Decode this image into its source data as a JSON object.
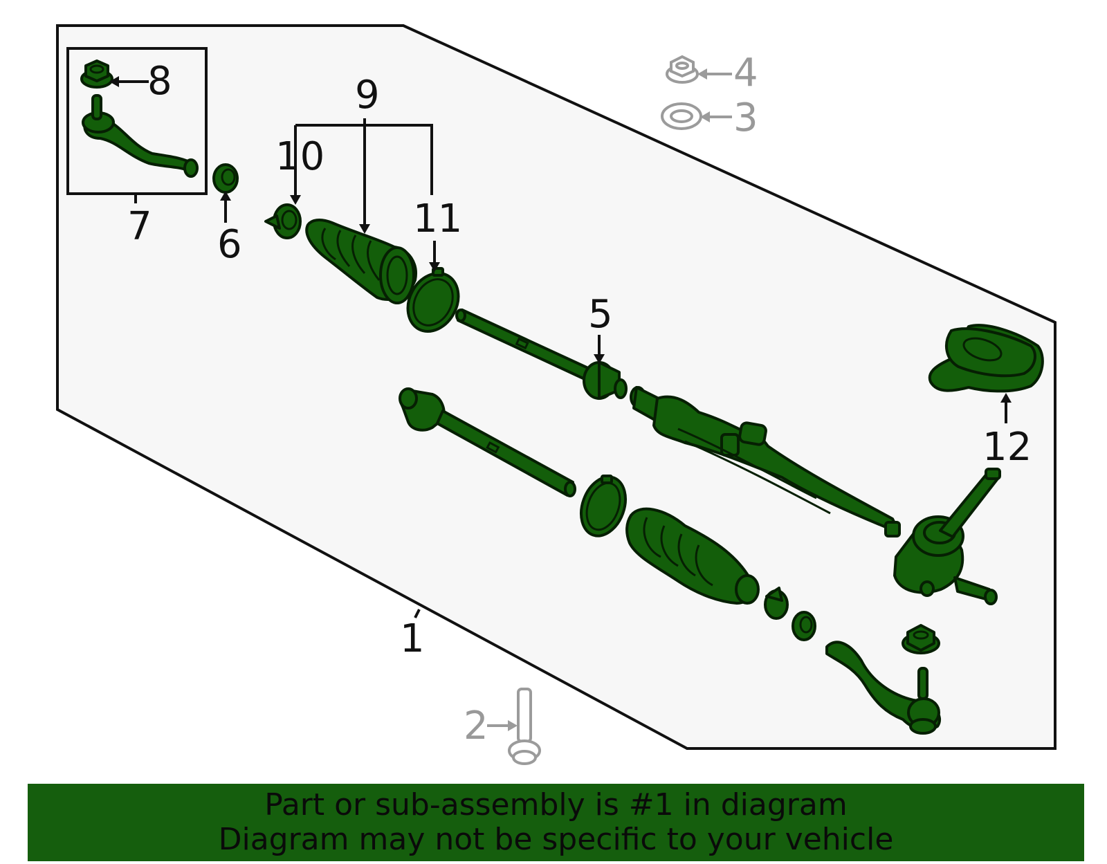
{
  "callouts": {
    "c1": "1",
    "c2": "2",
    "c3": "3",
    "c4": "4",
    "c5": "5",
    "c6": "6",
    "c7": "7",
    "c8": "8",
    "c9": "9",
    "c10": "10",
    "c11": "11",
    "c12": "12"
  },
  "banner": {
    "line1": "Part or sub-assembly is #1 in diagram",
    "line2": "Diagram may not be specific to your vehicle"
  },
  "colors": {
    "part_green": "#135e0a",
    "banner_green": "#155e0d",
    "panel_grey": "#f7f7f7",
    "reference_grey": "#999999"
  }
}
